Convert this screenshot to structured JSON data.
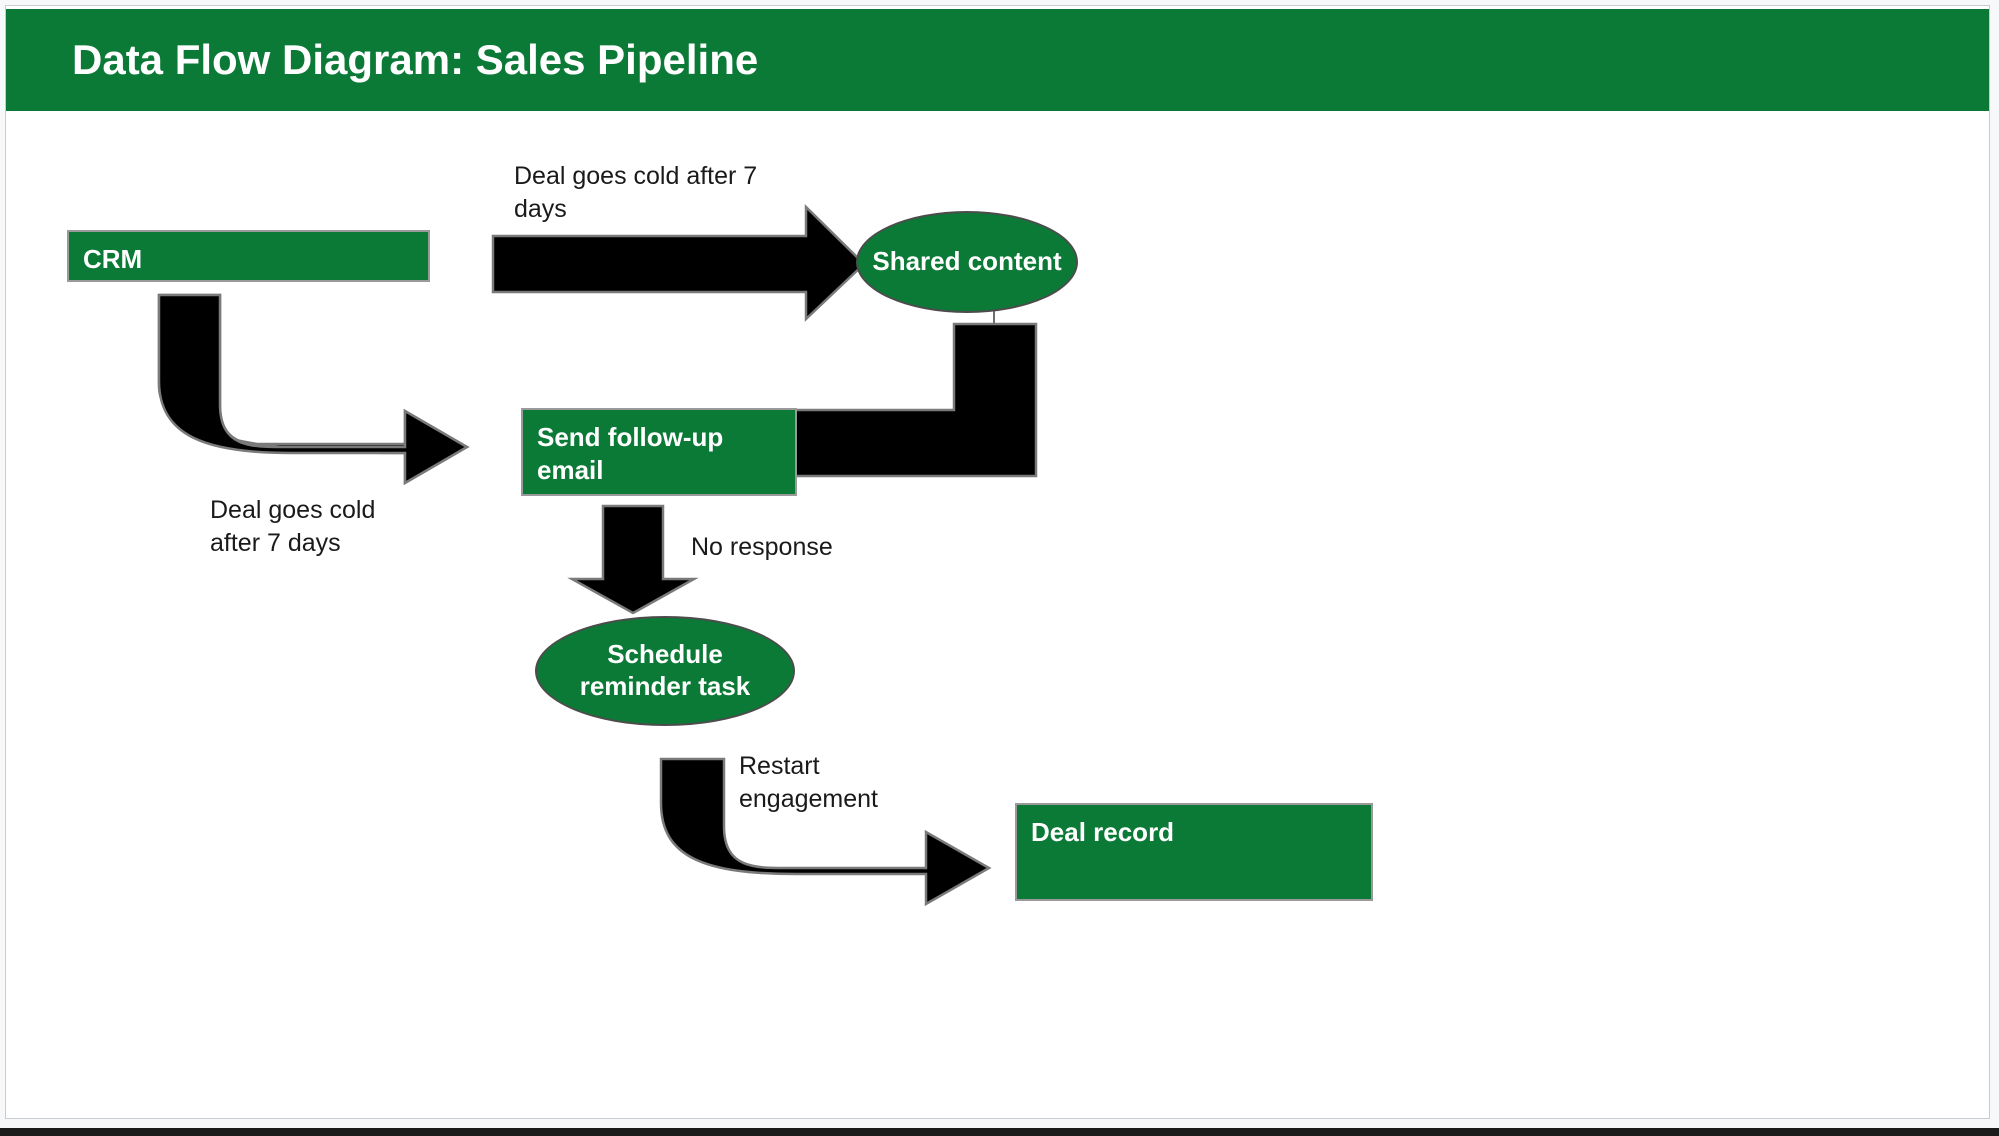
{
  "slide": {
    "title": "Data Flow Diagram: Sales Pipeline",
    "banner_color": "#0a7a36",
    "background_color": "#ffffff"
  },
  "diagram": {
    "type": "data-flow-diagram",
    "node_fill_color": "#0a7a36",
    "node_text_color": "#ffffff",
    "arrow_color": "#000000",
    "nodes": [
      {
        "id": "crm",
        "label": "CRM",
        "shape": "rectangle"
      },
      {
        "id": "shared-content",
        "label": "Shared content",
        "shape": "ellipse"
      },
      {
        "id": "send-follow-up-email",
        "label": "Send follow-up email",
        "shape": "rectangle"
      },
      {
        "id": "schedule-reminder-task",
        "label": "Schedule reminder task",
        "shape": "ellipse"
      },
      {
        "id": "deal-record",
        "label": "Deal record",
        "shape": "rectangle"
      }
    ],
    "edges": [
      {
        "from": "crm",
        "to": "shared-content",
        "label": "Deal goes cold after 7 days",
        "style": "straight-right"
      },
      {
        "from": "crm",
        "to": "send-follow-up-email",
        "label": "Deal goes cold after 7 days",
        "style": "elbow-down-right"
      },
      {
        "from": "shared-content",
        "to": "send-follow-up-email",
        "label": "",
        "style": "elbow-down-left"
      },
      {
        "from": "send-follow-up-email",
        "to": "schedule-reminder-task",
        "label": "No response",
        "style": "straight-down"
      },
      {
        "from": "schedule-reminder-task",
        "to": "deal-record",
        "label": "Restart engagement",
        "style": "elbow-down-right"
      }
    ],
    "labels": {
      "deal_cold_top": "Deal goes cold after 7\ndays",
      "deal_cold_left": "Deal goes cold\nafter 7 days",
      "no_response": "No response",
      "restart_engagement": "Restart\nengagement"
    }
  }
}
